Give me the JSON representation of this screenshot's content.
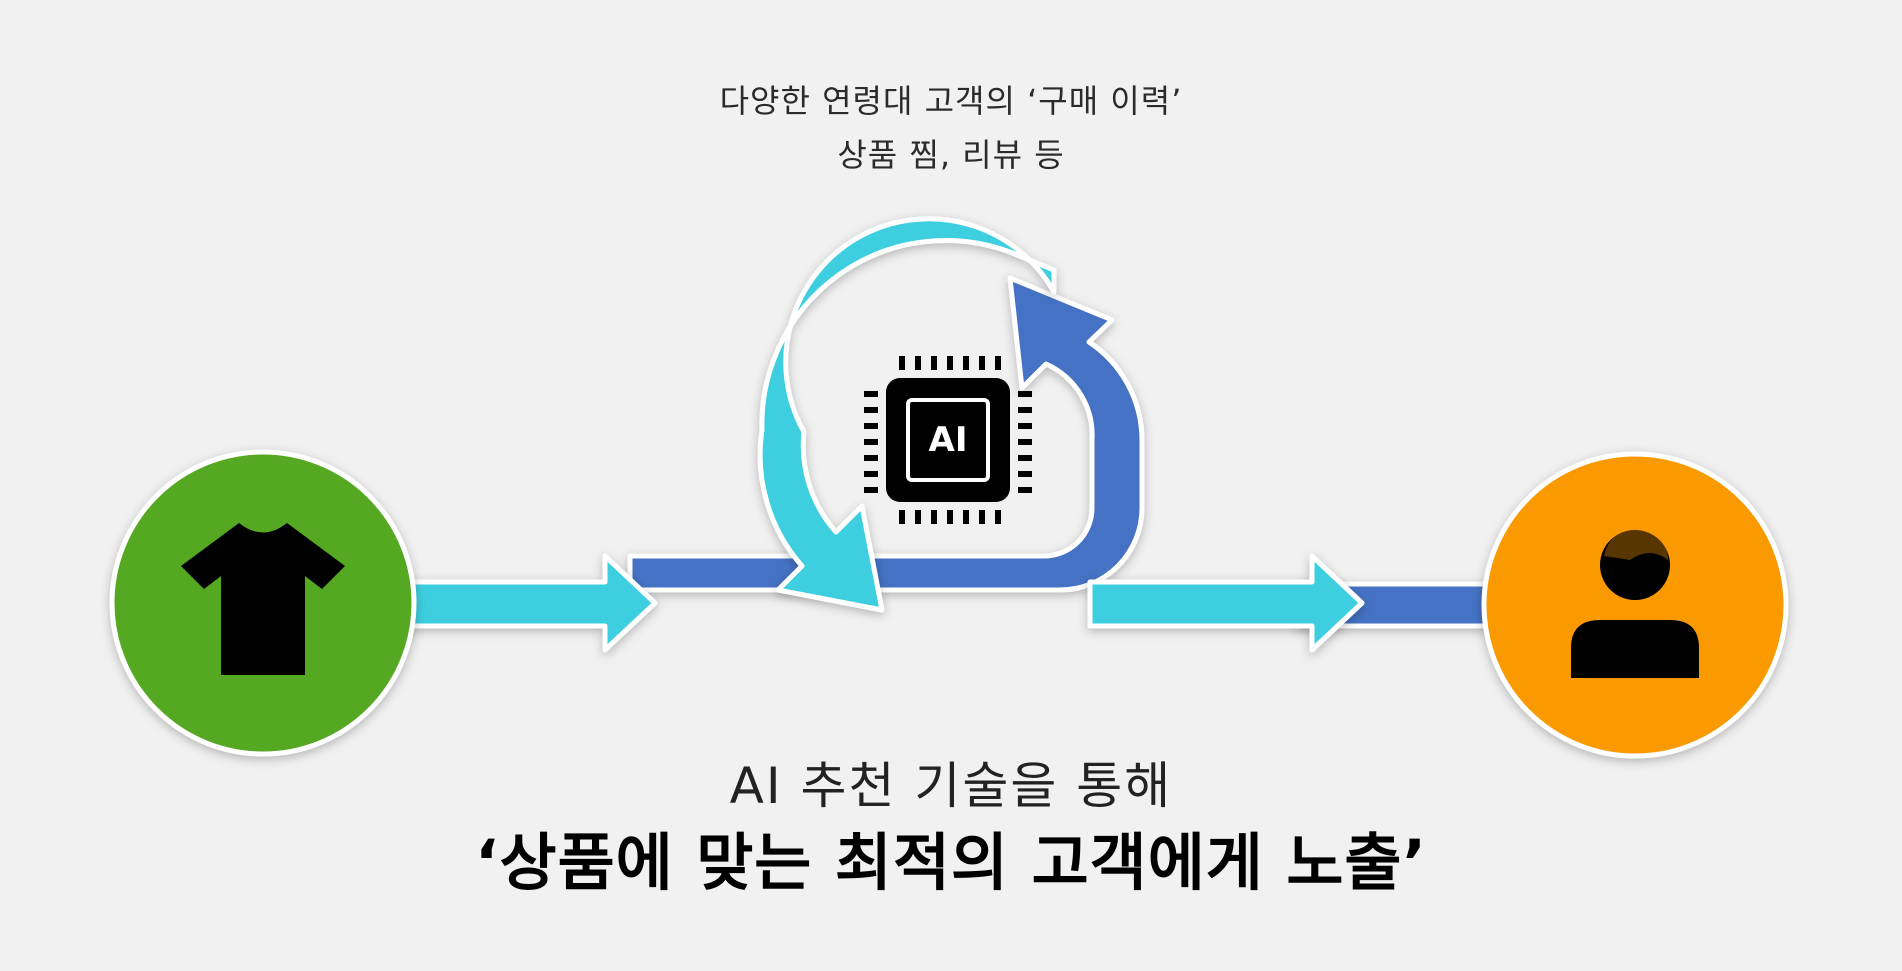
{
  "top_text": {
    "line1": "다양한 연령대 고객의 ‘구매 이력’",
    "line2": "상품 찜, 리뷰 등"
  },
  "chip": {
    "label": "AI"
  },
  "bottom_text": {
    "subtitle": "AI 추천 기술을 통해",
    "headline": "‘상품에 맞는 최적의 고객에게 노출’"
  },
  "colors": {
    "background": "#f1f1f1",
    "product_circle": "#55a823",
    "customer_circle": "#fb9a06",
    "arrow_cyan": "#3ecfe0",
    "arrow_blue": "#4472c4",
    "icon": "#000000"
  },
  "icons": {
    "product": "tshirt-icon",
    "processor": "ai-chip-icon",
    "customer": "person-icon"
  }
}
